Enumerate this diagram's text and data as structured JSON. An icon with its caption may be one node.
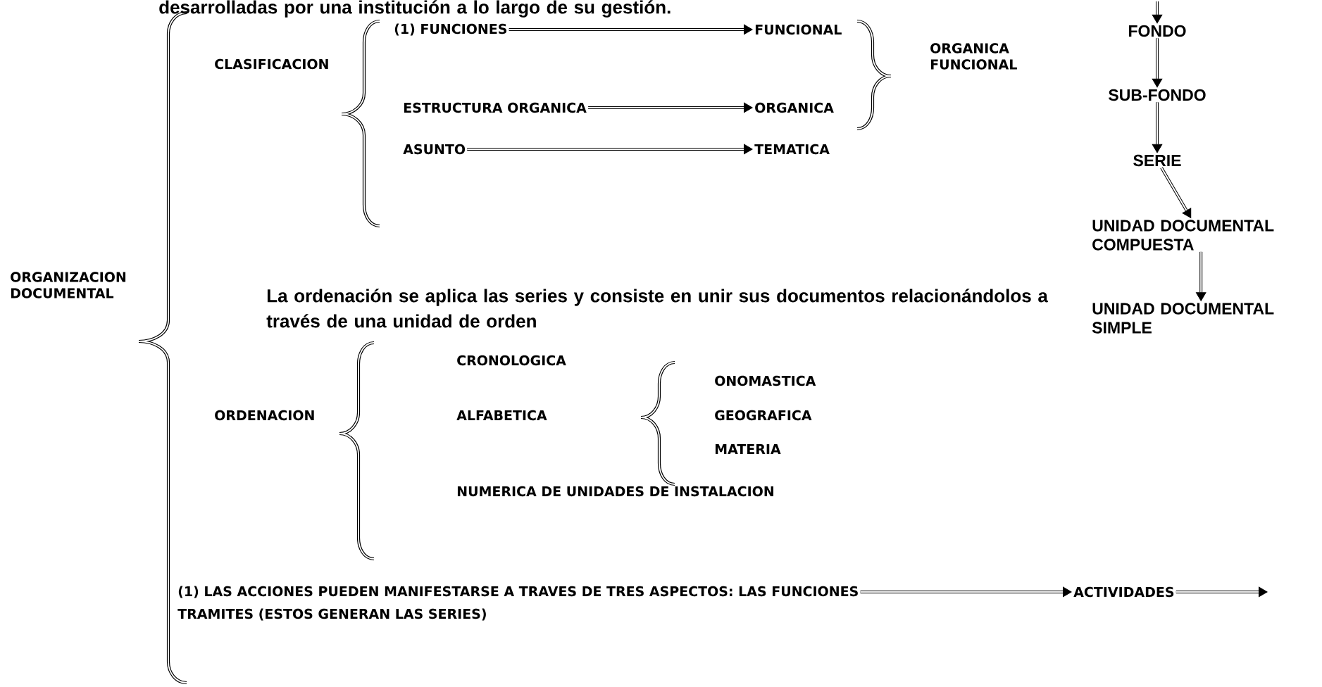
{
  "diagram": {
    "nodes": [
      {
        "text": [
          "ORGANIZACION DOCUMENTAL"
        ]
      },
      {
        "text": [
          "CLASIFICACION"
        ]
      },
      {
        "text": [
          "(1) FUNCIONES"
        ]
      },
      {
        "text": [
          "FUNCIONAL"
        ]
      },
      {
        "text": [
          "ESTRUCTURA ORGANICA"
        ]
      },
      {
        "text": [
          "ORGANICA"
        ]
      },
      {
        "text": [
          "ASUNTO"
        ]
      },
      {
        "text": [
          "TEMATICA"
        ]
      },
      {
        "text": [
          "ORGANICA FUNCIONAL"
        ]
      },
      {
        "text": [
          "FONDO"
        ]
      },
      {
        "text": [
          "SUB-FONDO"
        ]
      },
      {
        "text": [
          "SERIE"
        ]
      },
      {
        "text": [
          "UNIDAD DOCUMENTAL COMPUESTA"
        ]
      },
      {
        "text": [
          "UNIDAD DOCUMENTAL SIMPLE"
        ]
      },
      {
        "text": [
          "ORDENACION"
        ]
      },
      {
        "text": [
          "CRONOLOGICA"
        ]
      },
      {
        "text": [
          "ALFABETICA"
        ]
      },
      {
        "text": [
          "NUMERICA DE UNIDADES DE INSTALACION"
        ]
      },
      {
        "text": [
          "ONOMASTICA"
        ]
      },
      {
        "text": [
          "GEOGRAFICA"
        ]
      },
      {
        "text": [
          "MATERIA"
        ]
      },
      {
        "text": [
          "(1) LAS ACCIONES PUEDEN MANIFESTARSE A TRAVES DE TRES ASPECTOS: LAS FUNCIONES"
        ]
      },
      {
        "text": [
          "ACTIVIDADES"
        ]
      },
      {
        "text": [
          "TRAMITES (ESTOS GENERAN LAS SERIES)"
        ]
      }
    ],
    "edges": [
      {
        "from": 2,
        "to": 3,
        "arrow": "to"
      },
      {
        "from": 4,
        "to": 5,
        "arrow": "to"
      },
      {
        "from": 6,
        "to": 7,
        "arrow": "to"
      },
      {
        "from": null,
        "to": 9,
        "arrow": "to"
      },
      {
        "from": 9,
        "to": 10,
        "arrow": "to"
      },
      {
        "from": 10,
        "to": 11,
        "arrow": "to"
      },
      {
        "from": 11,
        "to": 12,
        "arrow": "to"
      },
      {
        "from": 12,
        "to": 13,
        "arrow": "to"
      },
      {
        "from": 21,
        "to": 22,
        "arrow": "to"
      },
      {
        "from": 22,
        "to": null,
        "arrow": "to"
      }
    ],
    "labels": [
      "desarrolladas por una institución a lo largo de su gestión.",
      "La ordenación se aplica las series y consiste en unir sus documentos relacionándolos a través de una unidad de orden"
    ]
  }
}
